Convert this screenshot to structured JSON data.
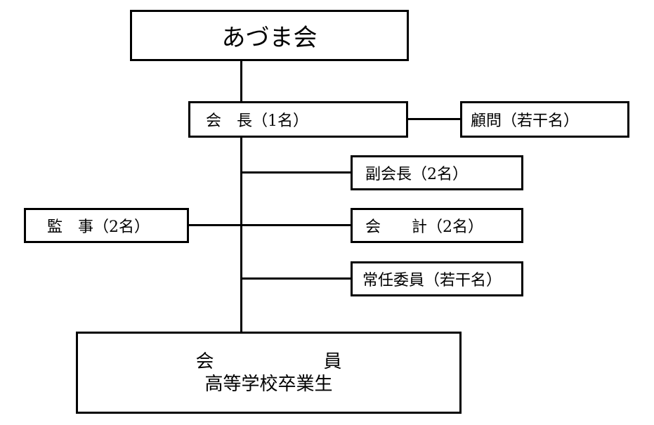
{
  "org_chart": {
    "organization": "あづま会",
    "president": "会　長（1名）",
    "advisor": "顧問（若干名）",
    "vice_president": "副会長（2名）",
    "auditor": "監　事（2名）",
    "accountant": "会　　計（2名）",
    "standing_committee": "常任委員（若干名）",
    "members_title": "会　　　　　　員",
    "members_description": "高等学校卒業生"
  }
}
